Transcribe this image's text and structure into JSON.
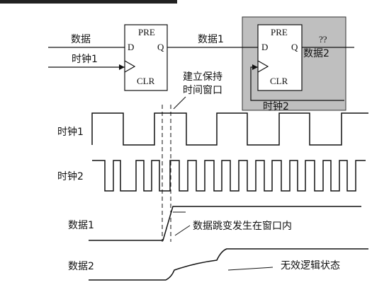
{
  "ff1": {
    "pre": "PRE",
    "d": "D",
    "q": "Q",
    "clr": "CLR"
  },
  "ff2": {
    "pre": "PRE",
    "d": "D",
    "q": "Q",
    "clr": "CLR",
    "question": "??"
  },
  "wires": {
    "data_in": "数据",
    "clock1_in": "时钟1",
    "data1": "数据1",
    "data2": "数据2",
    "clock2": "时钟2"
  },
  "window_label": {
    "line1": "建立保持",
    "line2": "时间窗口"
  },
  "timing": {
    "clock1": "时钟1",
    "clock2": "时钟2",
    "data1": "数据1",
    "data2": "数据2",
    "note_transition": "数据跳变发生在窗口内",
    "note_invalid": "无效逻辑状态"
  },
  "colors": {
    "highlight_box": "#bfbfbf",
    "line": "#111111"
  }
}
